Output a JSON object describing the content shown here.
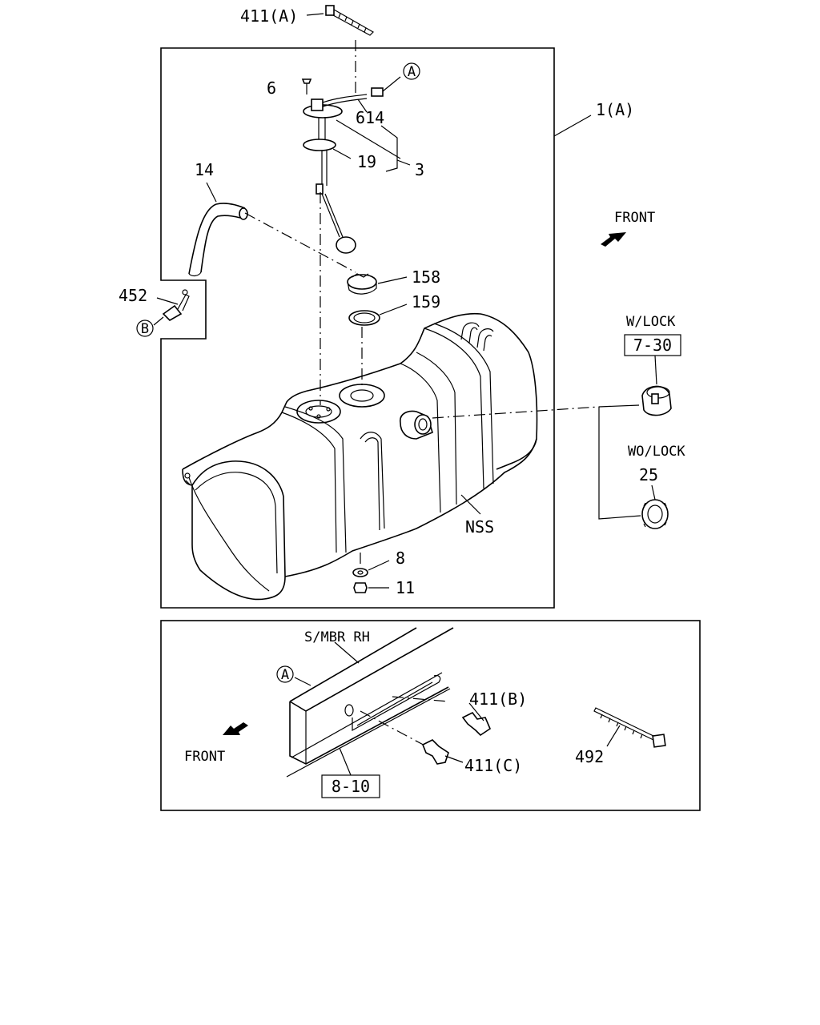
{
  "diagram": {
    "callouts": {
      "c411a": "411(A)",
      "c6": "6",
      "c614": "614",
      "c1a": "1(A)",
      "c19": "19",
      "c3": "3",
      "c14": "14",
      "c158": "158",
      "c159": "159",
      "c452": "452",
      "c8": "8",
      "c11": "11",
      "cNSS": "NSS",
      "c25": "25",
      "c411b": "411(B)",
      "c411c": "411(C)",
      "c492": "492"
    },
    "markers": {
      "a": "A",
      "b": "B"
    },
    "front_label": "FRONT",
    "wlock_label": "W/LOCK",
    "wolock_label": "WO/LOCK",
    "ref_boxes": {
      "wlock_ref": "7-30",
      "member_ref": "8-10"
    },
    "member_label": "S/MBR RH"
  }
}
